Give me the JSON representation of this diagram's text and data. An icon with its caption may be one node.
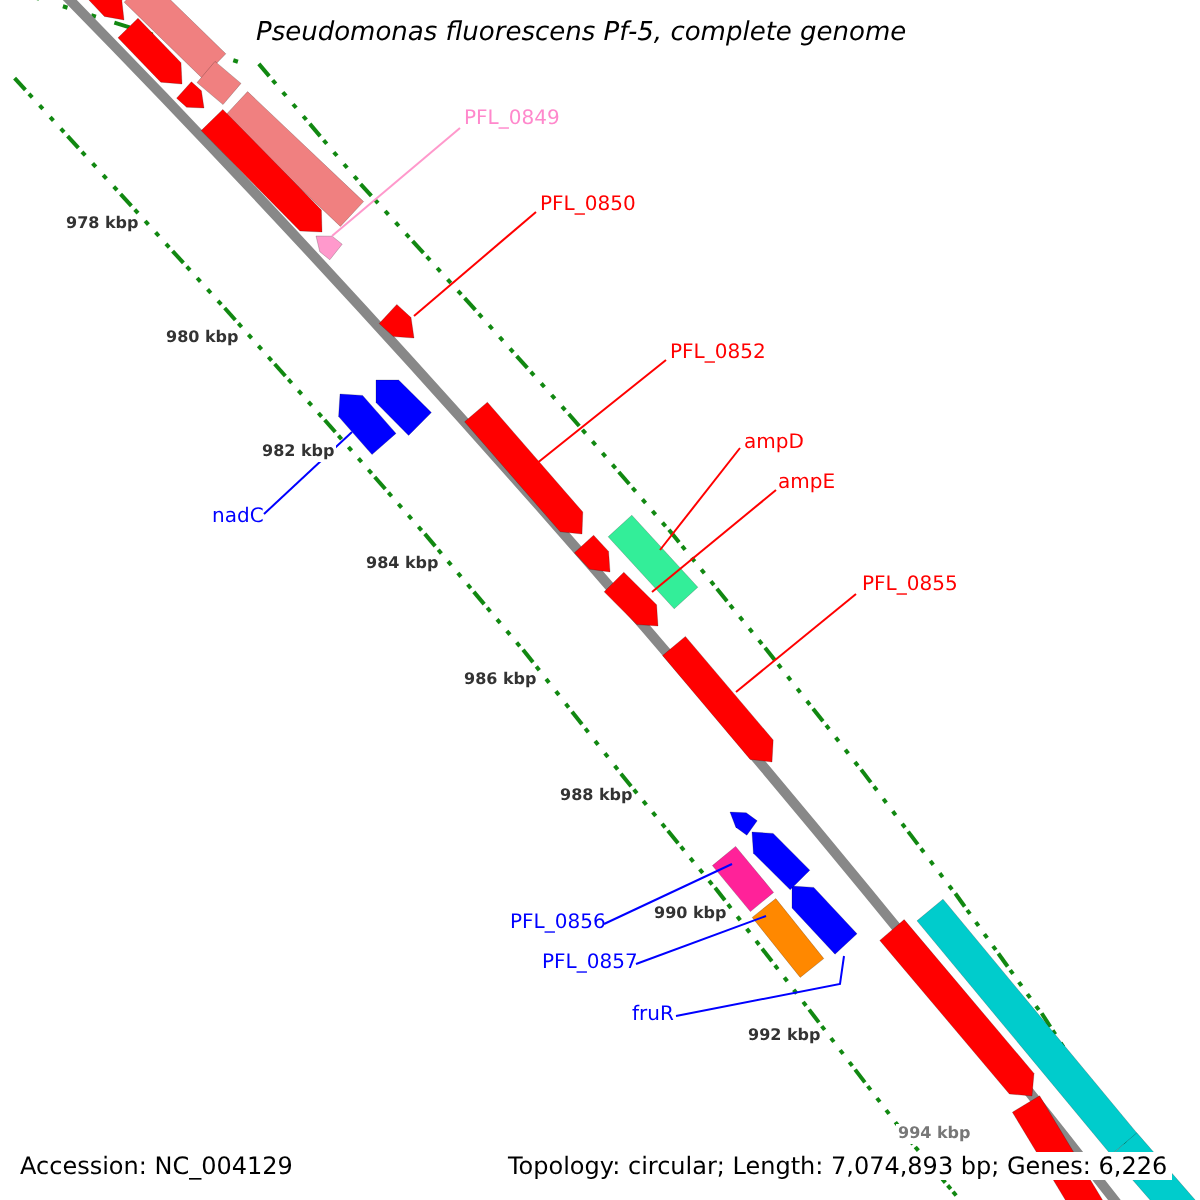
{
  "diagram": {
    "title": "Pseudomonas fluorescens Pf-5, complete genome",
    "nodes": [
      {
        "text": [
          "PFL_0849"
        ]
      },
      {
        "text": [],
        "shape": "arrow"
      },
      {
        "text": [
          "PFL_0850"
        ]
      },
      {
        "text": [],
        "shape": "arrow"
      },
      {
        "text": [
          "PFL_0852"
        ]
      },
      {
        "text": [],
        "shape": "arrow"
      },
      {
        "text": [
          "ampD"
        ]
      },
      {
        "text": [],
        "shape": "bar"
      },
      {
        "text": [
          "ampE"
        ]
      },
      {
        "text": [],
        "shape": "arrow"
      },
      {
        "text": [
          "PFL_0855"
        ]
      },
      {
        "text": [],
        "shape": "arrow"
      },
      {
        "text": [
          "nadC"
        ]
      },
      {
        "text": [],
        "shape": "arrow"
      },
      {
        "text": [
          "PFL_0856"
        ]
      },
      {
        "text": [],
        "shape": "bar"
      },
      {
        "text": [
          "PFL_0857"
        ]
      },
      {
        "text": [],
        "shape": "bar"
      },
      {
        "text": [
          "fruR"
        ]
      },
      {
        "text": [],
        "shape": "arrow"
      },
      {
        "text": [],
        "shape": "bar"
      },
      {
        "text": [],
        "shape": "bar"
      },
      {
        "text": [],
        "shape": "bar"
      },
      {
        "text": [],
        "shape": "arrow"
      },
      {
        "text": [],
        "shape": "arrow"
      },
      {
        "text": [],
        "shape": "arrow"
      },
      {
        "text": [],
        "shape": "arrow"
      },
      {
        "text": [],
        "shape": "arrow"
      },
      {
        "text": [],
        "shape": "arrow"
      },
      {
        "text": [],
        "shape": "arrow"
      },
      {
        "text": [],
        "shape": "arrow"
      },
      {
        "text": [],
        "shape": "arrow"
      },
      {
        "text": [],
        "shape": "bar"
      },
      {
        "text": [],
        "shape": "bar"
      },
      {
        "text": [],
        "shape": "bar"
      }
    ],
    "edges": [
      {
        "from": 0,
        "to": 1,
        "arrow": "none",
        "color": "#ff99cc"
      },
      {
        "from": 2,
        "to": 3,
        "arrow": "none"
      },
      {
        "from": 4,
        "to": 5,
        "arrow": "none"
      },
      {
        "from": 6,
        "to": 7,
        "arrow": "none"
      },
      {
        "from": 8,
        "to": 9,
        "arrow": "none"
      },
      {
        "from": 10,
        "to": 11,
        "arrow": "none"
      },
      {
        "from": 12,
        "to": 13,
        "arrow": "none",
        "color": "#0000ff"
      },
      {
        "from": 14,
        "to": 15,
        "arrow": "none",
        "color": "#0000ff"
      },
      {
        "from": 16,
        "to": 17,
        "arrow": "none",
        "color": "#0000ff"
      },
      {
        "from": 18,
        "to": 19,
        "arrow": "none",
        "color": "#0000ff"
      }
    ],
    "labels": [
      "978 kbp",
      "980 kbp",
      "982 kbp",
      "984 kbp",
      "986 kbp",
      "988 kbp",
      "990 kbp",
      "992 kbp",
      "994 kbp",
      "Accession: NC_004129",
      "Topology: circular; Length: 7,074,893 bp; Genes: 6,226"
    ]
  }
}
